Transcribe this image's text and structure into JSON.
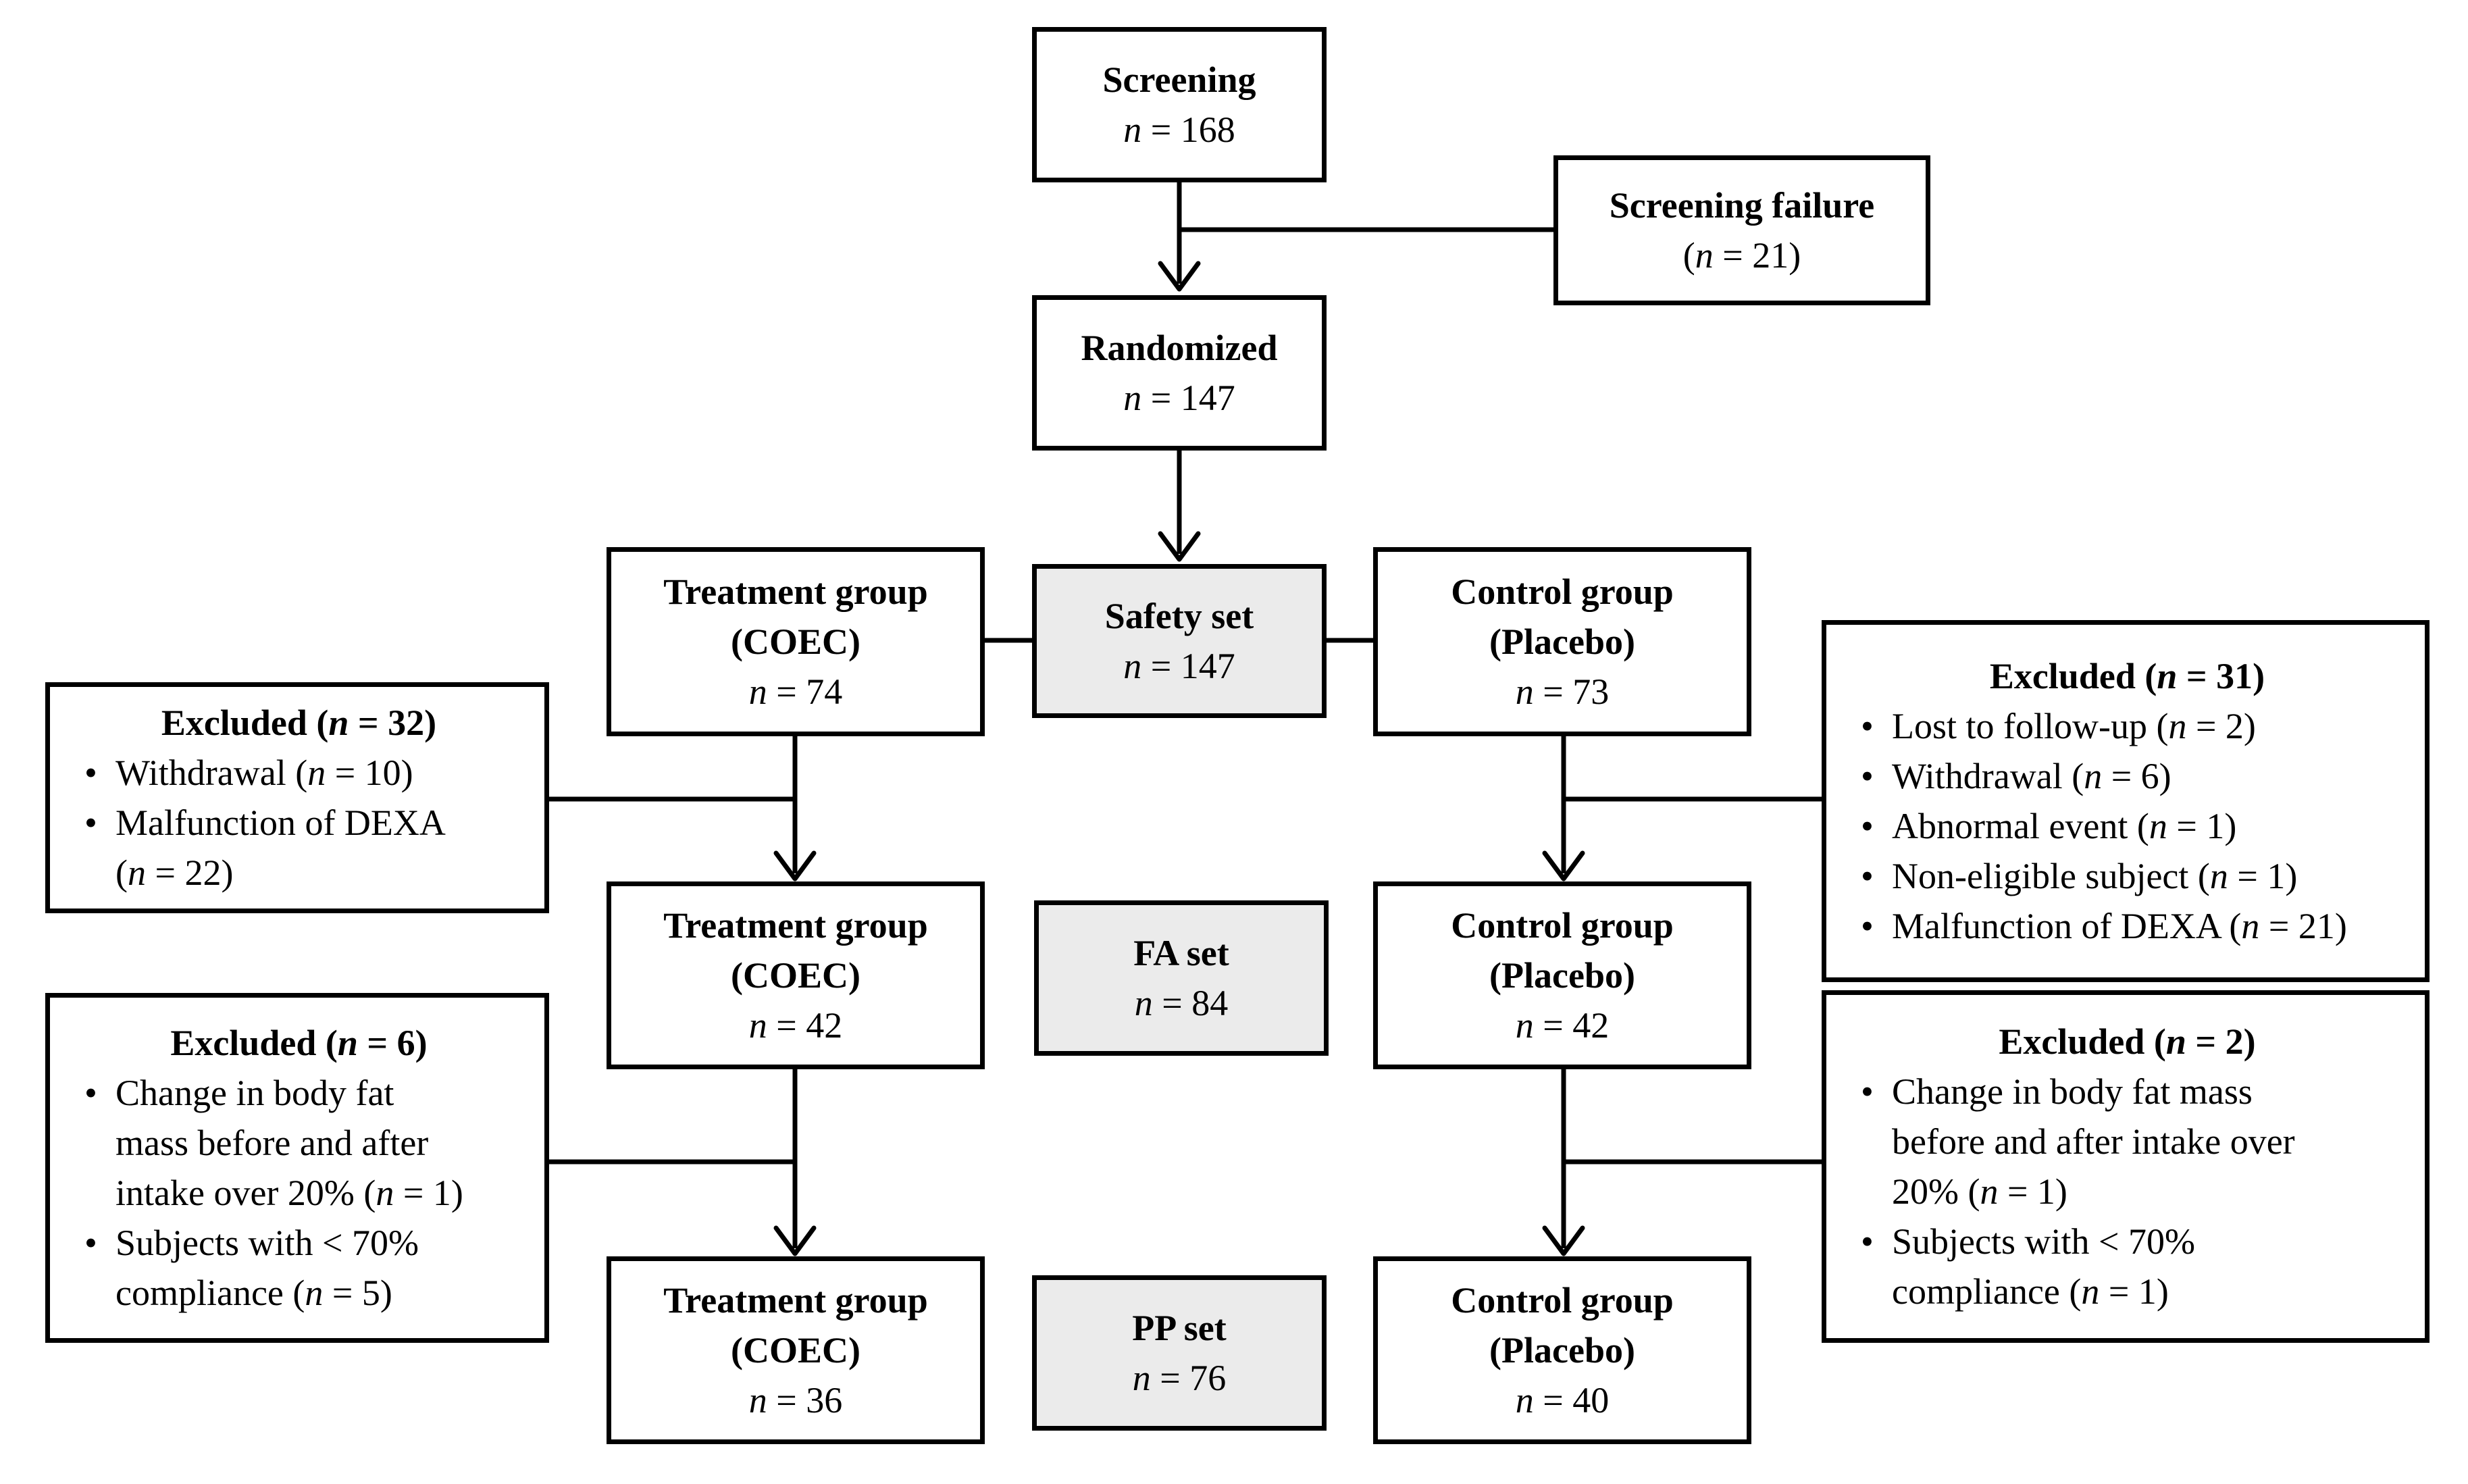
{
  "n_symbol": "n",
  "screening": {
    "title": "Screening",
    "n": "= 168"
  },
  "screening_failure": {
    "title": "Screening failure",
    "n_open": "(",
    "n": "= 21)"
  },
  "randomized": {
    "title": "Randomized",
    "n": "= 147"
  },
  "safety_set": {
    "title": "Safety set",
    "n": "= 147"
  },
  "fa_set": {
    "title": "FA set",
    "n": "= 84"
  },
  "pp_set": {
    "title": "PP set",
    "n": "= 76"
  },
  "treatment": {
    "title": "Treatment group",
    "subtitle": "(COEC)",
    "n_safety": "= 74",
    "n_fa": "= 42",
    "n_pp": "= 36"
  },
  "control": {
    "title": "Control group",
    "subtitle": "(Placebo)",
    "n_safety": "= 73",
    "n_fa": "= 42",
    "n_pp": "= 40"
  },
  "excluded_treatment_1": {
    "title_pre": "Excluded (",
    "title_post": "= 32)",
    "items": [
      {
        "pre": "Withdrawal (",
        "n": "= 10)"
      },
      {
        "pre": "Malfunction of DEXA",
        "pre2": "(",
        "n": "= 22)"
      }
    ]
  },
  "excluded_control_1": {
    "title_pre": "Excluded (",
    "title_post": "= 31)",
    "items": [
      {
        "pre": "Lost to follow-up (",
        "n": "= 2)"
      },
      {
        "pre": "Withdrawal (",
        "n": "= 6)"
      },
      {
        "pre": "Abnormal event (",
        "n": "= 1)"
      },
      {
        "pre": "Non-eligible subject (",
        "n": "= 1)"
      },
      {
        "pre": "Malfunction of DEXA (",
        "n": "= 21)"
      }
    ]
  },
  "excluded_treatment_2": {
    "title_pre": "Excluded (",
    "title_post": "= 6)",
    "items": [
      {
        "line1": "Change in body fat",
        "line2": "mass before and after",
        "pre": "intake over 20% (",
        "n": "= 1)"
      },
      {
        "line1": "Subjects with < 70%",
        "pre": "compliance (",
        "n": "= 5)"
      }
    ]
  },
  "excluded_control_2": {
    "title_pre": "Excluded (",
    "title_post": "= 2)",
    "items": [
      {
        "line1": "Change in body fat mass",
        "line2": "before and after intake over",
        "pre": "20% (",
        "n": "= 1)"
      },
      {
        "line1": "Subjects with < 70%",
        "pre": "compliance (",
        "n": "= 1)"
      }
    ]
  }
}
